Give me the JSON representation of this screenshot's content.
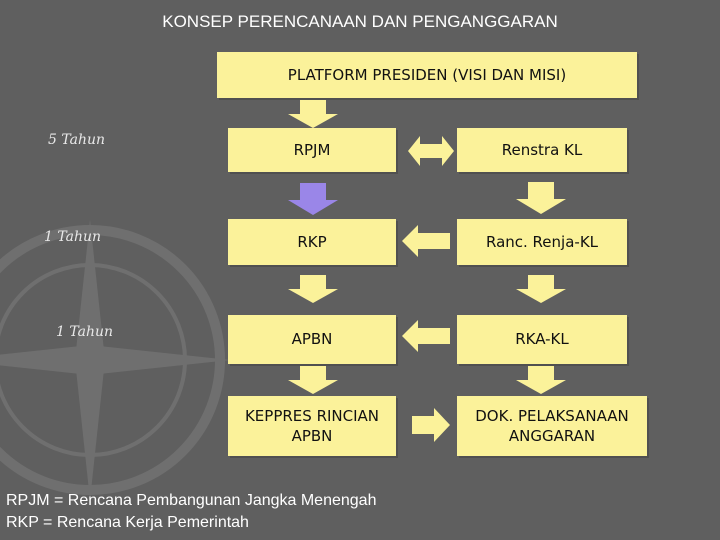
{
  "title": "KONSEP PERENCANAAN DAN PENGANGGARAN",
  "platform": "PLATFORM PRESIDEN (VISI DAN MISI)",
  "periods": [
    "5 Tahun",
    "1 Tahun",
    "1 Tahun"
  ],
  "left_column": [
    "RPJM",
    "RKP",
    "APBN",
    "KEPPRES RINCIAN APBN"
  ],
  "right_column": [
    "Renstra KL",
    "Ranc. Renja-KL",
    "RKA-KL",
    "DOK. PELAKSANAAN ANGGARAN"
  ],
  "legend": [
    "RPJM = Rencana Pembangunan Jangka Menengah",
    "RKP = Rencana Kerja Pemerintah"
  ],
  "colors": {
    "background": "#5f5f5f",
    "box": "#fbf29a",
    "arrow": "#fbf29a",
    "highlight_arrow": "#9a86e8"
  }
}
